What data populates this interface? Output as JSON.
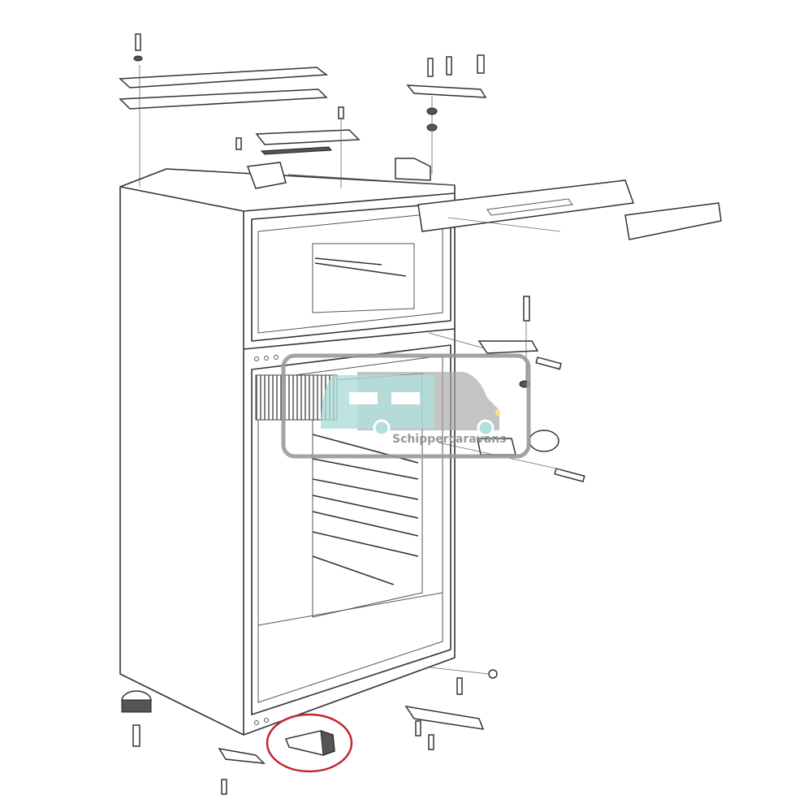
{
  "diagram": {
    "subject": "exploded-parts-refrigerator",
    "highlight_color": "#c0272d",
    "highlighted_part": "door-hinge-bracket-bottom"
  },
  "watermark": {
    "text": "Schippercaravans",
    "colors": {
      "teal": "#a9dcd7",
      "grey": "#a8a8a8",
      "frame": "#9a9a9a",
      "headlight": "#f2e27a"
    }
  }
}
